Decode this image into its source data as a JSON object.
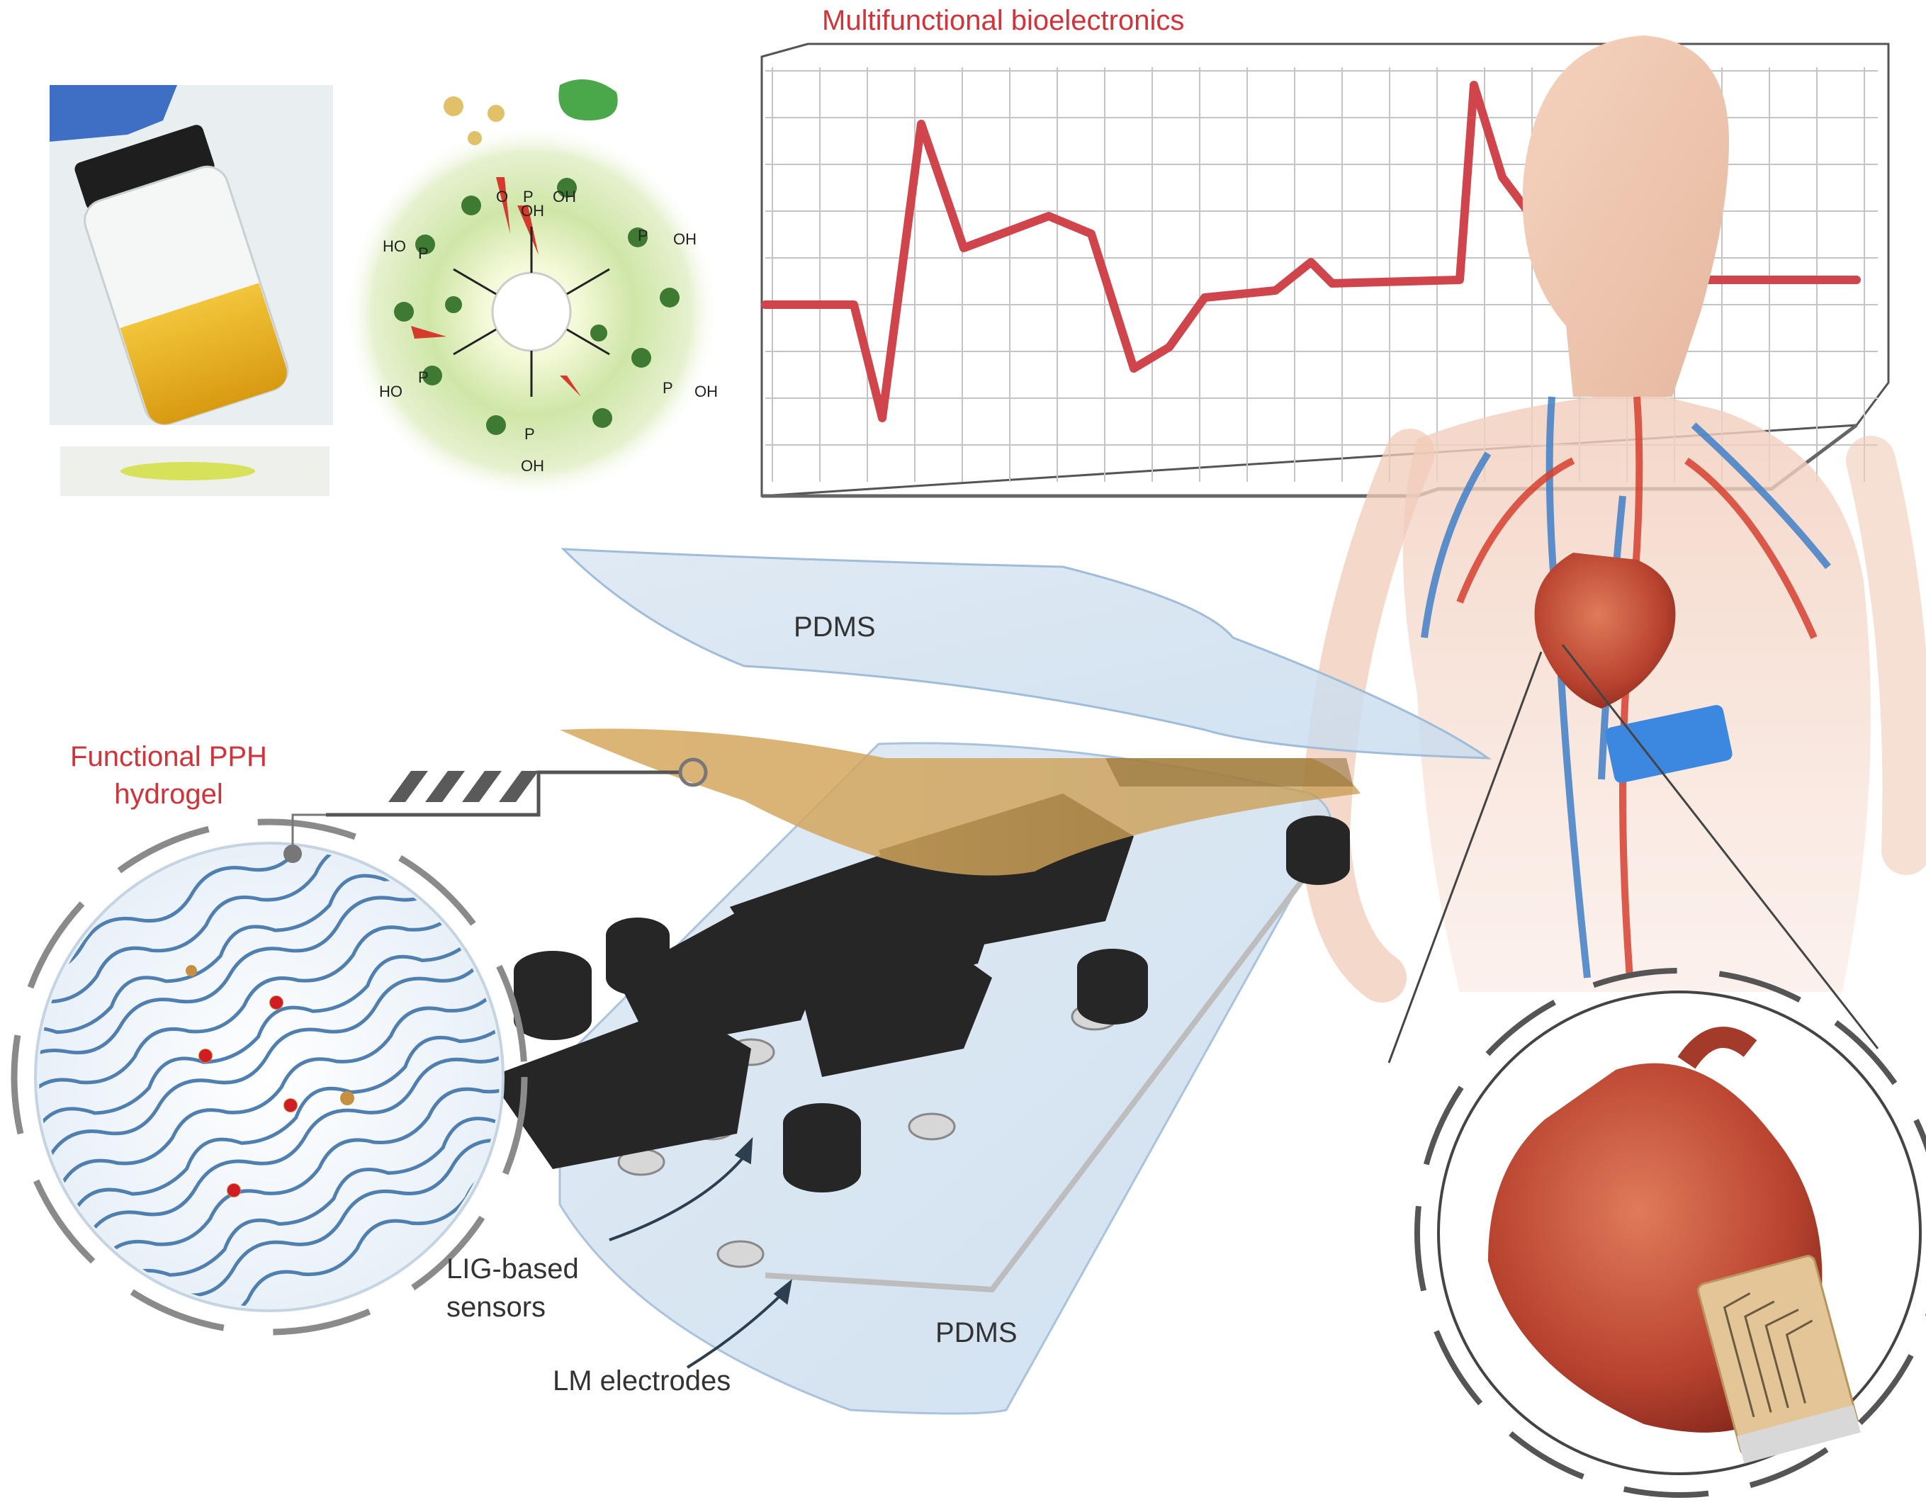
{
  "labels": {
    "top_title": "Multifunctional bioelectronics",
    "pph_line1": "Functional PPH",
    "pph_line2": "hydrogel",
    "pdms_top": "PDMS",
    "pdms_bottom": "PDMS",
    "lig_line1": "LIG-based",
    "lig_line2": "sensors",
    "lm_electrodes": "LM electrodes"
  },
  "chem": {
    "oh": "OH",
    "ho": "HO",
    "p": "P",
    "o": "O"
  },
  "colors": {
    "accent_red": "#d0333a",
    "hydrogel_blue": "#4f7fb0",
    "pdms_blue": "#c9dcee",
    "foam_black": "#262626",
    "amber_layer": "#c89a4e",
    "ecg_red": "#d0454b",
    "grid_gray": "#b8b8b8"
  },
  "icons": [
    "vial-photo",
    "phytic-acid-molecule",
    "ecg-trace",
    "human-torso",
    "device-exploded-view",
    "hydrogel-network",
    "heart-with-patch"
  ]
}
